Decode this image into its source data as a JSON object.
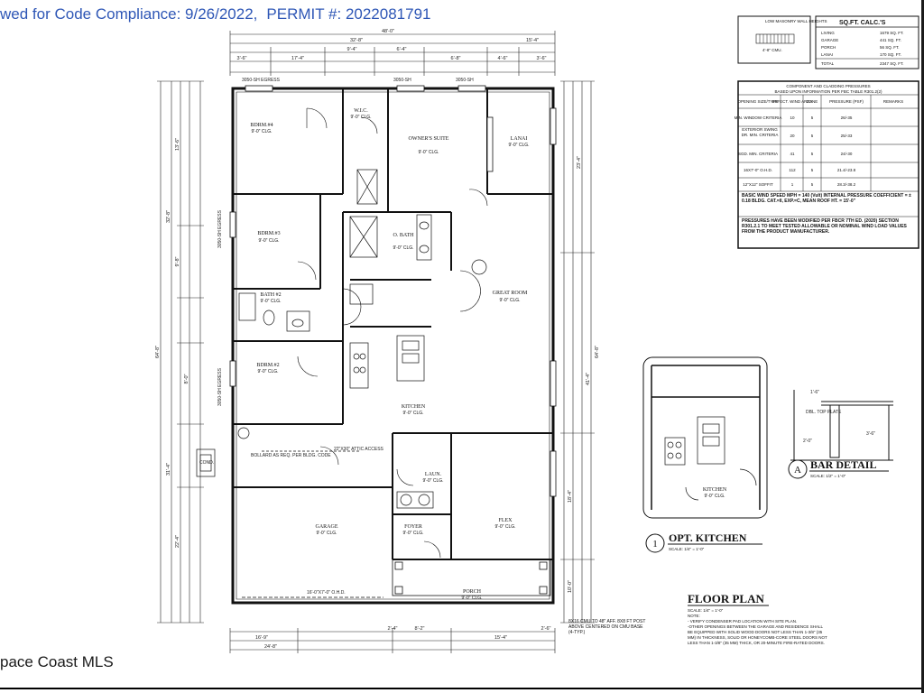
{
  "banner": {
    "review_text": "wed for Code Compliance: 9/26/2022,",
    "permit_text": "PERMIT #: 2022081791"
  },
  "watermark": "pace Coast MLS",
  "plan": {
    "title": "FLOOR PLAN",
    "scale": "SCALE: 1/4\" = 1'-0\"",
    "note_label": "NOTE:",
    "notes": [
      "- VERIFY CONDENSER PAD LOCATION WITH SITE PLAN.",
      "-OTHER OPENINGS BETWEEN THE GARAGE AND RESIDENCE SHALL",
      "BE EQUIPPED WITH SOLID WOOD DOORS NOT LESS THAN 1-3/8\" (35",
      "MM) IN THICKNESS, SOLID OR HONEYCOMB-CORE STEEL DOORS NOT",
      "LESS THAN 1-3/8\" (35 MM) THICK, OR 20-MINUTE FIRE-RATED DOORS."
    ],
    "overall_width": "48'-0\"",
    "dims_top": [
      "32'-8\"",
      "15'-4\"",
      "17'-4\"",
      "9'-4\"",
      "6'-4\"",
      "6'-8\"",
      "4'-6\"",
      "3'-6\"",
      "3'-6\""
    ],
    "dims_bottom": [
      "16'-9\"",
      "8'-2\"",
      "2'-4\"",
      "15'-4\"",
      "24'-8\"",
      "2'-6\""
    ],
    "dims_left": [
      "64'-8\"",
      "32'-8\"",
      "31'-4\"",
      "13'-6\"",
      "9'-8\"",
      "22'-4\"",
      "8'-0\""
    ],
    "dims_right": [
      "64'-8\"",
      "41'-4\"",
      "23'-4\"",
      "18'-4\"",
      "10'-0\""
    ],
    "rooms": [
      {
        "name": "BDRM.#4",
        "ceiling": "9'-0\" CLG."
      },
      {
        "name": "W.I.C.",
        "ceiling": "9'-0\" CLG."
      },
      {
        "name": "OWNER'S SUITE",
        "ceiling": "9'-0\" CLG."
      },
      {
        "name": "LANAI",
        "ceiling": "9'-0\" CLG."
      },
      {
        "name": "BDRM.#3",
        "ceiling": "9'-0\" CLG."
      },
      {
        "name": "O. BATH",
        "ceiling": "9'-0\" CLG."
      },
      {
        "name": "GREAT ROOM",
        "ceiling": "9'-0\" CLG."
      },
      {
        "name": "BATH #2",
        "ceiling": "9'-0\" CLG."
      },
      {
        "name": "BDRM.#2",
        "ceiling": "9'-0\" CLG."
      },
      {
        "name": "KITCHEN",
        "ceiling": "9'-0\" CLG."
      },
      {
        "name": "LAUN.",
        "ceiling": "9'-0\" CLG."
      },
      {
        "name": "GARAGE",
        "ceiling": "9'-0\" CLG."
      },
      {
        "name": "FOYER",
        "ceiling": "9'-0\" CLG."
      },
      {
        "name": "FLEX",
        "ceiling": "9'-0\" CLG."
      },
      {
        "name": "PORCH",
        "ceiling": "9'-0\" CLG."
      }
    ],
    "garage_door": "16'-0\"X7'-0\" O.H.D.",
    "attic": "22\"X30\" ATTIC ACCESS",
    "bollard": "BOLLARD AS REQ. PER BLDG. CODE",
    "cond": "COND.",
    "window_tags": [
      "3050-SH EGRESS",
      "3050-SH",
      "3050-SH",
      "3050-SH EGRESS",
      "3050-SH EGRESS"
    ],
    "masonry_note": "8X16 CMU TO 48\" AFF. 8X8 FT POST ABOVE CENTERED ON CMU BASE (4-TYP.)"
  },
  "masonry_legend": {
    "label": "LOW MASONRY WALL HEIGHTS",
    "sub": "4'-8\" CMU."
  },
  "sqft_table": {
    "title": "SQ.FT. CALC.'S",
    "rows": [
      {
        "label": "LIVING",
        "value": "1679 SQ. FT."
      },
      {
        "label": "GARAGE",
        "value": "441 SQ. FT."
      },
      {
        "label": "PORCH",
        "value": "56 SQ. FT."
      },
      {
        "label": "LANAI",
        "value": "170 SQ. FT."
      },
      {
        "label": "TOTAL",
        "value": "2347 SQ. FT."
      }
    ]
  },
  "pressure_table": {
    "title": "COMPONENT AND CLADDING PRESSURES",
    "subtitle": "BASED UPON INFORMATION PER FBC TABLE R301.2(2)",
    "headers": [
      "OPENING SIZE/TYPE",
      "EFFECT. WIND AREA",
      "ZONE",
      "PRESSURE (PSF)",
      "REMARKS"
    ],
    "rows": [
      [
        "MIN. WINDOW CRITERIA",
        "10",
        "5",
        "26/-35",
        ""
      ],
      [
        "EXTERIOR SWING DR. MIN. CRITERIA",
        "20",
        "5",
        "25/-33",
        ""
      ],
      [
        "SGD. MIN. CRITERIA",
        "41",
        "5",
        "24/-30",
        ""
      ],
      [
        "16X7'-0\" O.H.D.",
        "112",
        "5",
        "21.4/-23.8",
        ""
      ],
      [
        "12\"X12\" SOFFIT",
        "1",
        "5",
        "28.3/-38.2",
        ""
      ]
    ],
    "wind_note": "BASIC WIND SPEED MPH = 140 (Vult) INTERNAL PRESSURE COEFFICIENT = ± 0.18 BLDG. CAT.=II, EXP.=C, MEAN ROOF HT. = 15'-0\"",
    "pressure_note": "PRESSURES HAVE BEEN MODIFIED PER FBCR 7TH ED. (2020) SECTION R301.2.1 TO MEET TESTED ALLOWABLE OR NOMINAL WIND LOAD VALUES FROM THE PRODUCT MANUFACTURER."
  },
  "details": {
    "opt_kitchen_number": "1",
    "opt_kitchen_title": "OPT. KITCHEN",
    "opt_kitchen_scale": "SCALE: 1/4\" = 1'-0\"",
    "opt_kitchen_room": "KITCHEN",
    "opt_kitchen_ceiling": "9'-0\" CLG.",
    "bar_letter": "A",
    "bar_title": "BAR DETAIL",
    "bar_scale": "SCALE: 1/2\" = 1'-0\"",
    "bar_labels": [
      "DBL. TOP PLATE",
      "1'-6\"",
      "2'-0\"",
      "3'-6\""
    ]
  }
}
